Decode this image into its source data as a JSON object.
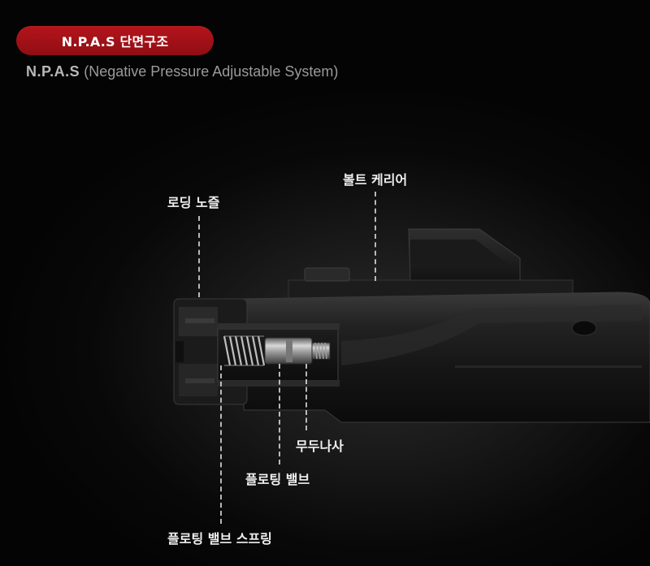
{
  "header": {
    "badge_title": "N.P.A.S 단면구조",
    "subtitle_strong": "N.P.A.S",
    "subtitle_rest": " (Negative Pressure Adjustable System)"
  },
  "labels": {
    "bolt_carrier": "볼트 케리어",
    "loading_nozzle": "로딩 노즐",
    "set_screw": "무두나사",
    "floating_valve": "플로팅 밸브",
    "floating_valve_spring": "플로팅 밸브 스프링"
  },
  "colors": {
    "badge_red": "#b5141b",
    "background": "#050505",
    "label_text": "#efefef"
  }
}
